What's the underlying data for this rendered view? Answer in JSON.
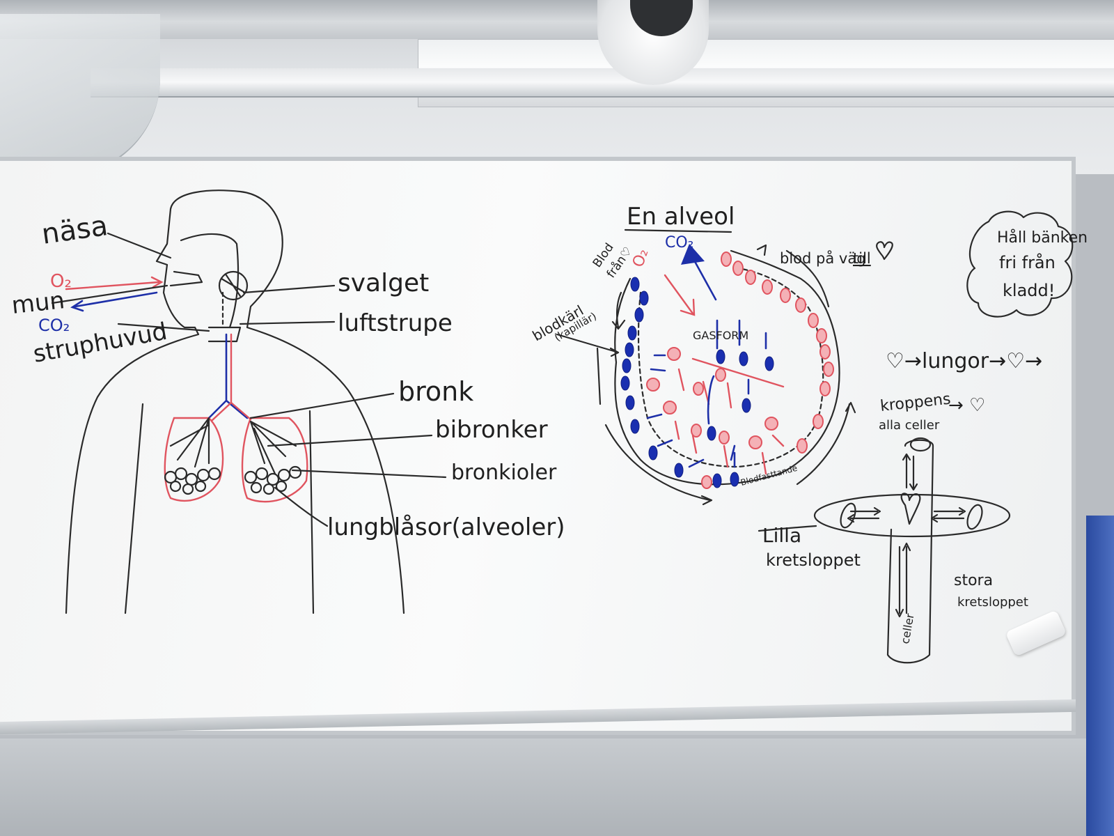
{
  "colors": {
    "marker_red": "#e0545f",
    "marker_blue": "#1d2fa8",
    "marker_black": "#2a2a2a",
    "board": "#f6f7f7"
  },
  "left_diagram": {
    "labels": {
      "nasa": "näsa",
      "o2": "O₂",
      "mun": "mun",
      "co2": "CO₂",
      "struphuvud": "struphuvud",
      "svalget": "svalget",
      "luftstrupe": "luftstrupe",
      "bronk": "bronk",
      "bibronker": "bibronker",
      "bronkioler": "bronkioler",
      "lungblasor": "lungblåsor(alveoler)"
    }
  },
  "alveol_diagram": {
    "title": "En alveol",
    "co2": "CO₂",
    "o2": "O₂",
    "blod_fran": "Blod",
    "blod_fran_2": "från♡",
    "blod_pa_vag": "blod på väg",
    "till": "till",
    "blodkarl": "blodkärl",
    "kapillar": "(kapillär)",
    "gasform": "GASFORM",
    "blodfasttande": "Blodfasttande"
  },
  "circulation": {
    "flow_1": "♡→lungor→♡→",
    "kroppens": "kroppens",
    "flow_2": "→ ♡",
    "alla_celler": "alla celler",
    "lilla": "Lilla",
    "kretsloppet": "kretsloppet",
    "stora": "stora",
    "kretsloppet_2": "kretsloppet",
    "celler": "celler"
  },
  "note": {
    "line1": "Håll bänken",
    "line2": "fri från",
    "line3": "kladd!"
  }
}
